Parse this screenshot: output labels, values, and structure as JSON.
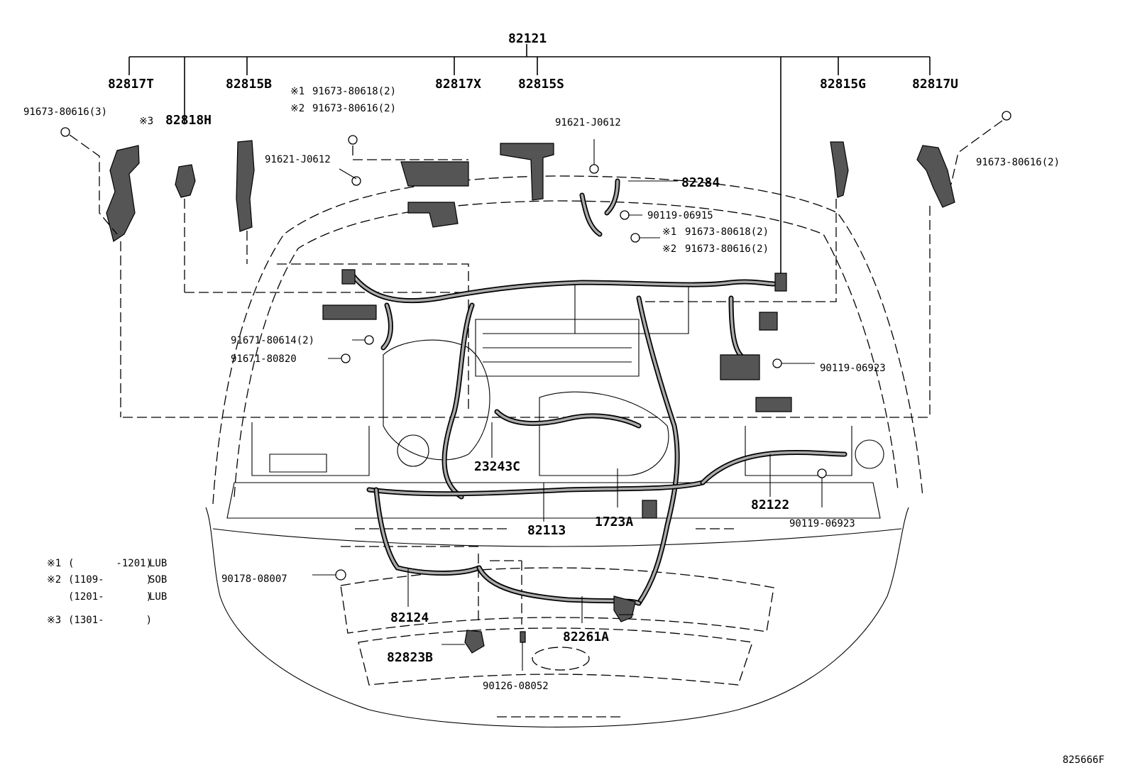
{
  "labels": {
    "main_harness": "82121",
    "p82817T": "82817T",
    "p82815B": "82815B",
    "p82817X": "82817X",
    "p82815S": "82815S",
    "p82815G": "82815G",
    "p82817U": "82817U",
    "p82818H": "82818H",
    "mark3_a": "※3",
    "bolt_left_top": "91673-80616(3)",
    "mark1_a": "※1",
    "mark2_a": "※2",
    "bolt_center_1": "91673-80618(2)",
    "bolt_center_2": "91673-80616(2)",
    "clip_center_left": "91621-J0612",
    "clip_center_right": "91621-J0612",
    "bolt_right_top": "91673-80616(2)",
    "p82284": "82284",
    "bolt_90119_06915": "90119-06915",
    "mark1_b": "※1",
    "mark2_b": "※2",
    "bolt_right_mid_1": "91673-80618(2)",
    "bolt_right_mid_2": "91673-80616(2)",
    "bolt_91671_80614": "91671-80614(2)",
    "bolt_91671_80820": "91671-80820",
    "bolt_90119_06923_a": "90119-06923",
    "p23243C": "23243C",
    "p82122": "82122",
    "bolt_90119_06923_b": "90119-06923",
    "p82113": "82113",
    "p1723A": "1723A",
    "p82124": "82124",
    "bolt_90178_08007": "90178-08007",
    "p82261A": "82261A",
    "p82823B": "82823B",
    "bolt_90126_08052": "90126-08052",
    "diagram_id": "825666F"
  },
  "notes": [
    {
      "mark": "※1",
      "range": "(       -1201)",
      "code": "LUB"
    },
    {
      "mark": "※2",
      "range": "(1109-       )",
      "code": "SOB"
    },
    {
      "mark": "",
      "range": "(1201-       )",
      "code": "LUB"
    },
    {
      "mark": "※3",
      "range": "(1301-       )",
      "code": ""
    }
  ]
}
